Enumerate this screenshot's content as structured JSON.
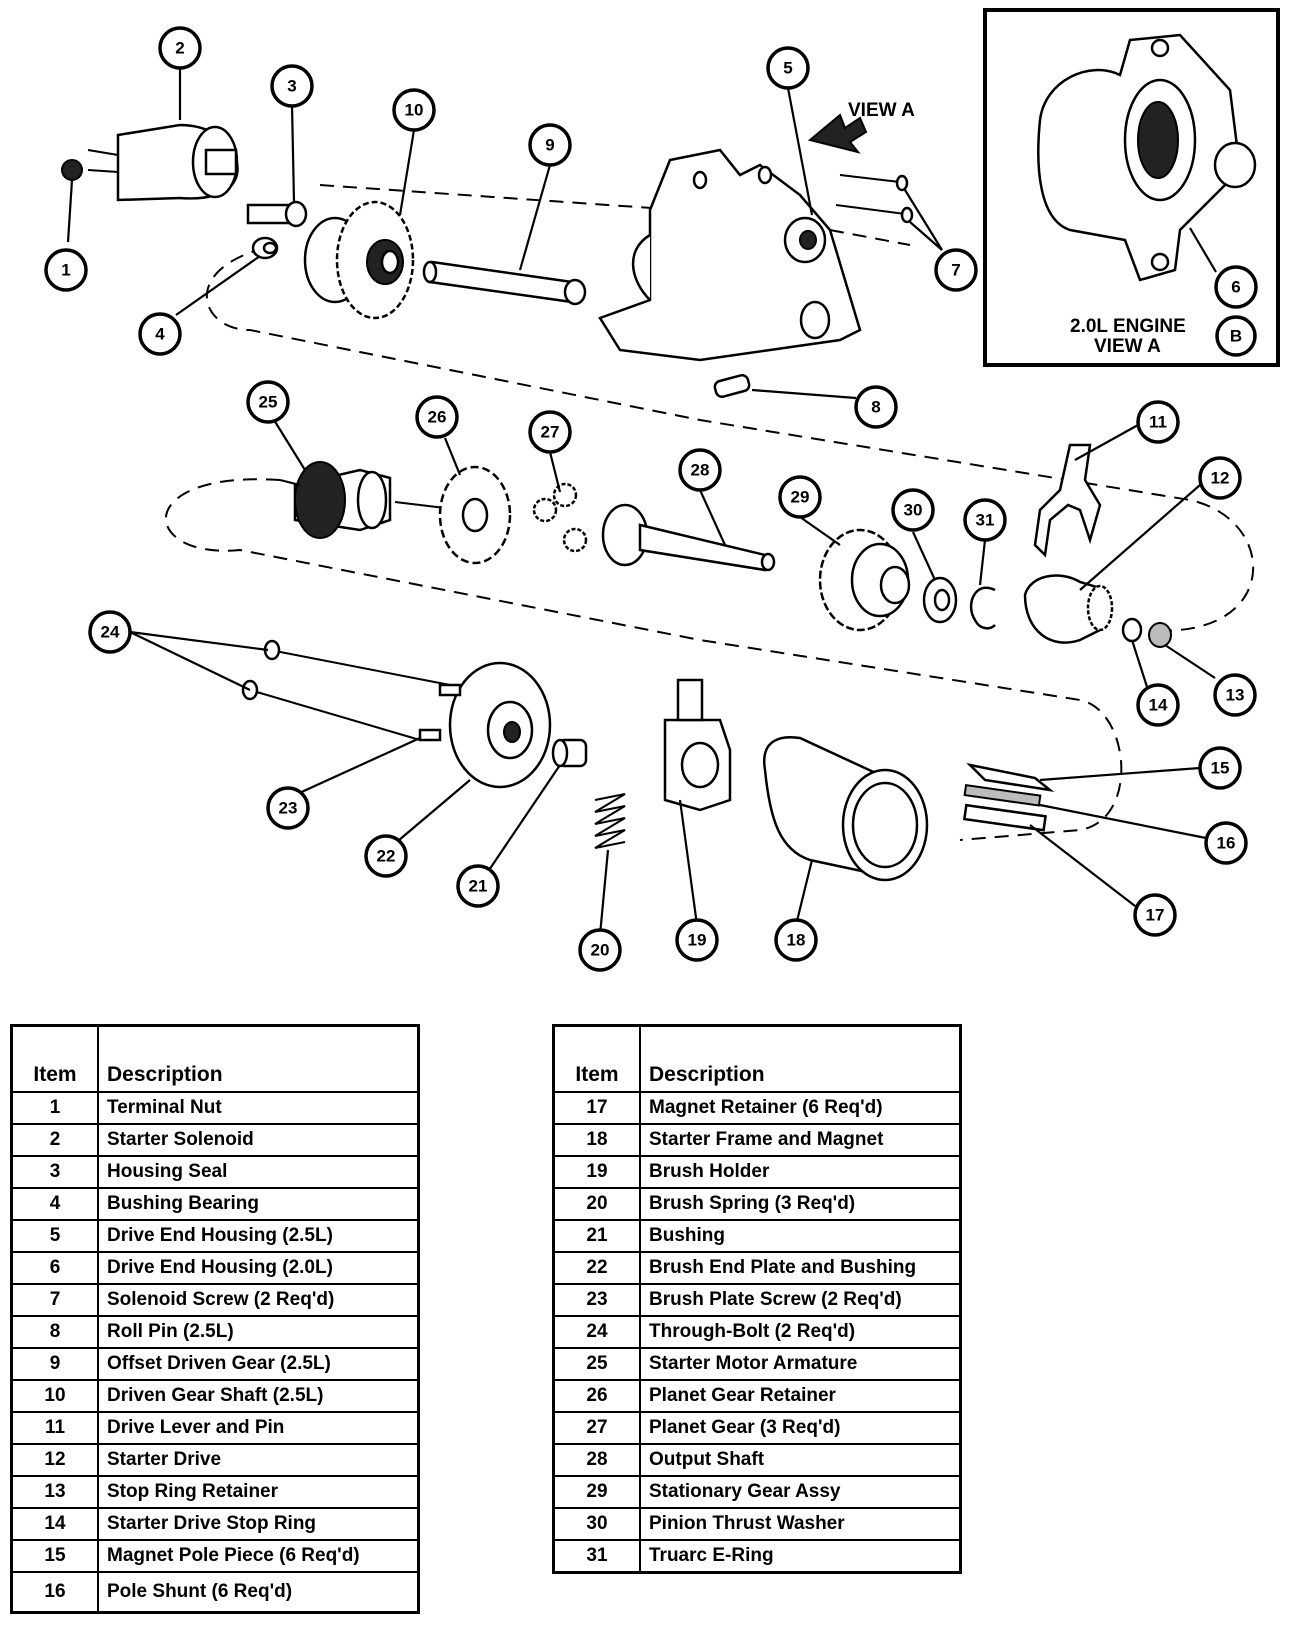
{
  "view_a": {
    "arrow_label": "VIEW A",
    "inset_line1": "2.0L ENGINE",
    "inset_line2": "VIEW A",
    "inset_circle_letter": "B"
  },
  "callouts": [
    "1",
    "2",
    "3",
    "4",
    "5",
    "6",
    "7",
    "8",
    "9",
    "10",
    "11",
    "12",
    "13",
    "14",
    "15",
    "16",
    "17",
    "18",
    "19",
    "20",
    "21",
    "22",
    "23",
    "24",
    "25",
    "26",
    "27",
    "28",
    "29",
    "30",
    "31"
  ],
  "legend": {
    "header_item": "Item",
    "header_description": "Description",
    "left": [
      {
        "item": "1",
        "description": "Terminal Nut"
      },
      {
        "item": "2",
        "description": "Starter Solenoid"
      },
      {
        "item": "3",
        "description": "Housing Seal"
      },
      {
        "item": "4",
        "description": "Bushing Bearing"
      },
      {
        "item": "5",
        "description": "Drive End Housing (2.5L)"
      },
      {
        "item": "6",
        "description": "Drive End Housing (2.0L)"
      },
      {
        "item": "7",
        "description": "Solenoid Screw (2 Req'd)"
      },
      {
        "item": "8",
        "description": "Roll Pin (2.5L)"
      },
      {
        "item": "9",
        "description": "Offset Driven Gear (2.5L)"
      },
      {
        "item": "10",
        "description": "Driven Gear Shaft (2.5L)"
      },
      {
        "item": "11",
        "description": "Drive Lever and Pin"
      },
      {
        "item": "12",
        "description": "Starter Drive"
      },
      {
        "item": "13",
        "description": "Stop Ring Retainer"
      },
      {
        "item": "14",
        "description": "Starter Drive Stop Ring"
      },
      {
        "item": "15",
        "description": "Magnet Pole Piece (6 Req'd)"
      },
      {
        "item": "16",
        "description": "Pole Shunt (6 Req'd)"
      }
    ],
    "right": [
      {
        "item": "17",
        "description": "Magnet Retainer (6 Req'd)"
      },
      {
        "item": "18",
        "description": "Starter Frame and Magnet"
      },
      {
        "item": "19",
        "description": "Brush Holder"
      },
      {
        "item": "20",
        "description": "Brush Spring (3 Req'd)"
      },
      {
        "item": "21",
        "description": "Bushing"
      },
      {
        "item": "22",
        "description": "Brush End Plate and Bushing"
      },
      {
        "item": "23",
        "description": "Brush Plate Screw (2 Req'd)"
      },
      {
        "item": "24",
        "description": "Through-Bolt (2 Req'd)"
      },
      {
        "item": "25",
        "description": "Starter Motor Armature"
      },
      {
        "item": "26",
        "description": "Planet Gear Retainer"
      },
      {
        "item": "27",
        "description": "Planet Gear (3 Req'd)"
      },
      {
        "item": "28",
        "description": "Output Shaft"
      },
      {
        "item": "29",
        "description": "Stationary Gear Assy"
      },
      {
        "item": "30",
        "description": "Pinion Thrust Washer"
      },
      {
        "item": "31",
        "description": "Truarc E-Ring"
      }
    ]
  }
}
